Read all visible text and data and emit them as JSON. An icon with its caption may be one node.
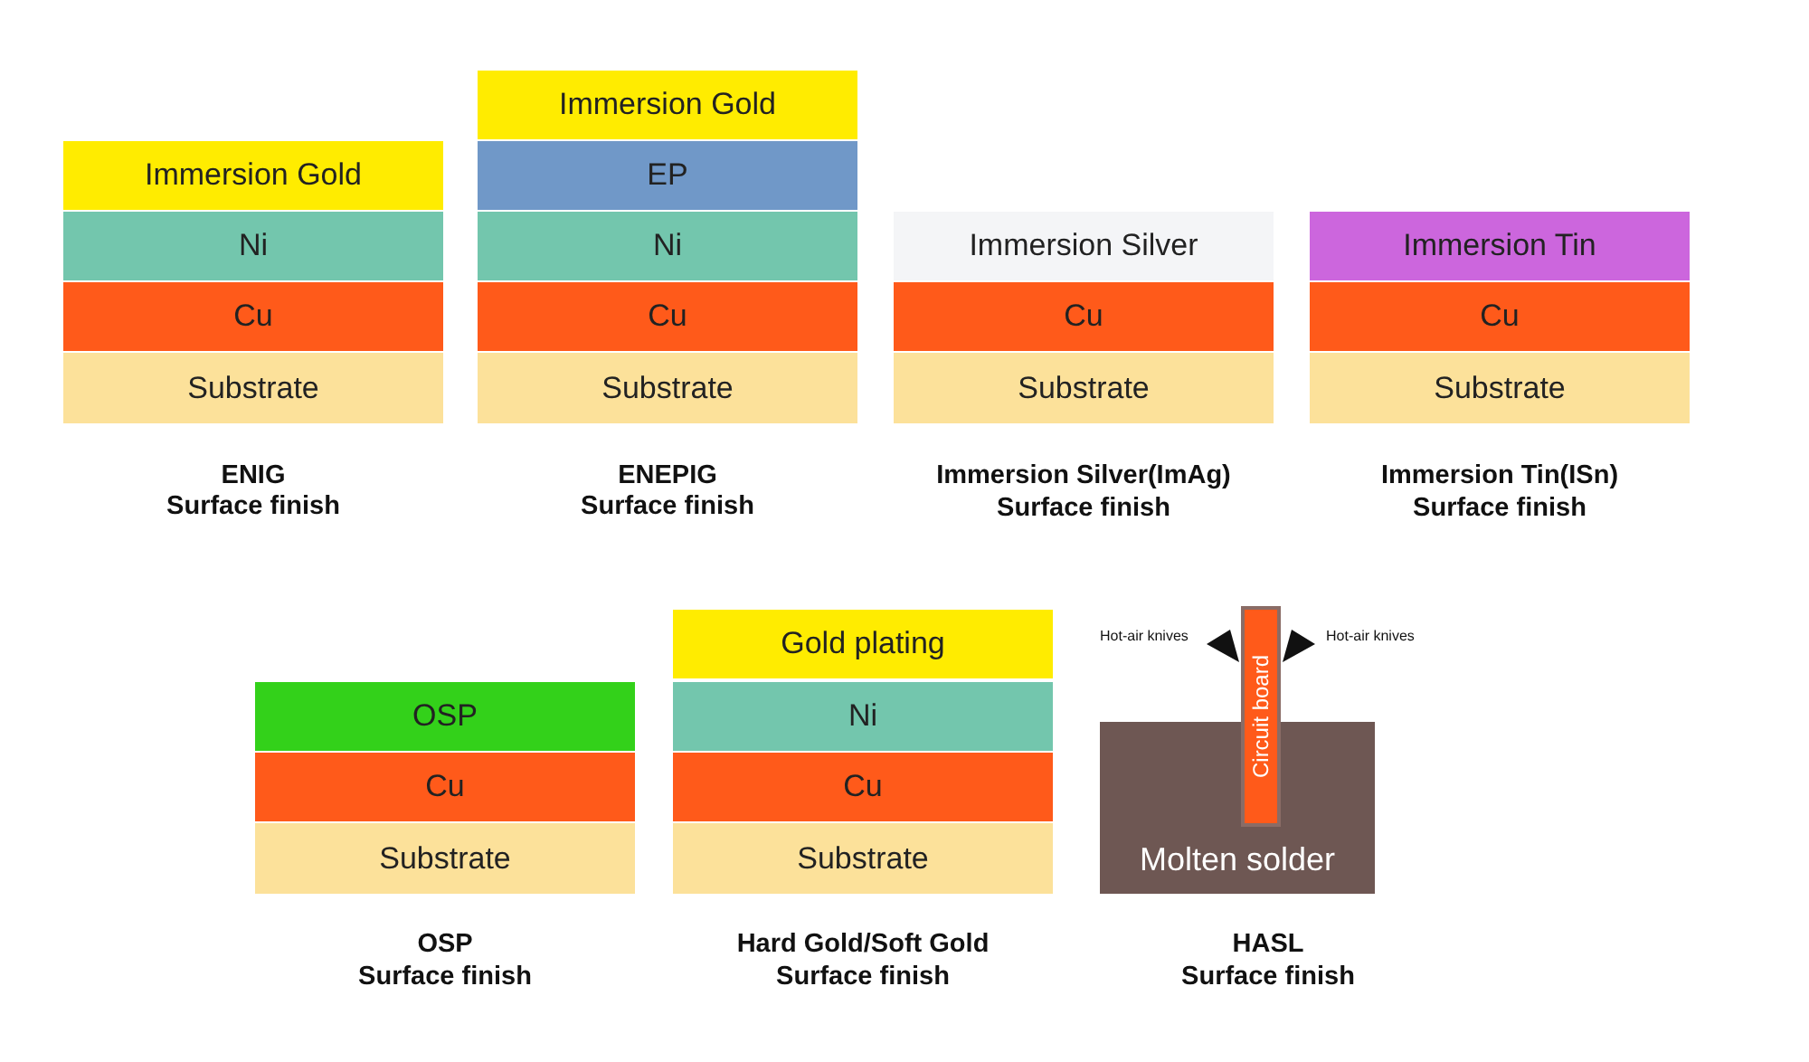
{
  "diagram": {
    "nodes": [
      {
        "text": [
          "Immersion Gold"
        ]
      },
      {
        "text": [
          "Ni"
        ]
      },
      {
        "text": [
          "Cu"
        ]
      },
      {
        "text": [
          "Substrate"
        ]
      },
      {
        "text": [
          "Immersion Gold"
        ]
      },
      {
        "text": [
          "EP"
        ]
      },
      {
        "text": [
          "Ni"
        ]
      },
      {
        "text": [
          "Cu"
        ]
      },
      {
        "text": [
          "Substrate"
        ]
      },
      {
        "text": [
          "Immersion Silver"
        ]
      },
      {
        "text": [
          "Cu"
        ]
      },
      {
        "text": [
          "Substrate"
        ]
      },
      {
        "text": [
          "Immersion Tin"
        ]
      },
      {
        "text": [
          "Cu"
        ]
      },
      {
        "text": [
          "Substrate"
        ]
      },
      {
        "text": [
          "OSP"
        ]
      },
      {
        "text": [
          "Cu"
        ]
      },
      {
        "text": [
          "Substrate"
        ]
      },
      {
        "text": [
          "Gold plating"
        ]
      },
      {
        "text": [
          "Ni"
        ]
      },
      {
        "text": [
          "Cu"
        ]
      },
      {
        "text": [
          "Substrate"
        ]
      },
      {
        "text": [
          "Circuit board"
        ]
      },
      {
        "text": [
          "Molten solder"
        ]
      }
    ],
    "labels": [
      "ENIG",
      "Surface finish",
      "ENEPIG",
      "Surface finish",
      "Immersion Silver(ImAg)",
      "Surface finish",
      "Immersion Tin(ISn)",
      "Surface finish",
      "Hot-air knives",
      "Hot-air knives",
      "OSP",
      "Surface finish",
      "Hard Gold/Soft Gold",
      "Surface finish",
      "HASL",
      "Surface finish"
    ]
  }
}
